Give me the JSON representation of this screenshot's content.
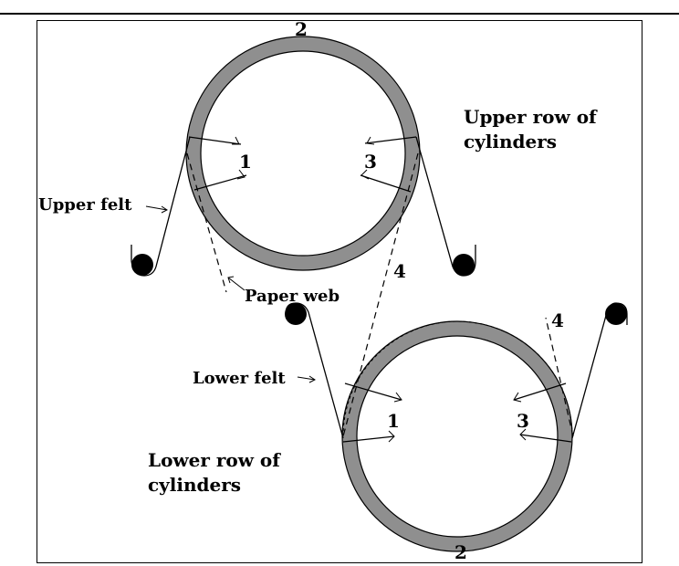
{
  "labels": {
    "upper_cylinder_number": "2",
    "upper_left_inlet": "1",
    "upper_right_inlet": "3",
    "upper_row_title_line1": "Upper row of",
    "upper_row_title_line2": "cylinders",
    "upper_felt": "Upper felt",
    "paper_web": "Paper web",
    "open_draw_left": "4",
    "open_draw_right": "4",
    "lower_felt": "Lower felt",
    "lower_left_inlet": "1",
    "lower_right_inlet": "3",
    "lower_row_title_line1": "Lower row of",
    "lower_row_title_line2": "cylinders",
    "lower_cylinder_number": "2"
  },
  "colors": {
    "cylinder_shell": "#8f8f8f",
    "line": "#000000",
    "roll": "#000000"
  }
}
